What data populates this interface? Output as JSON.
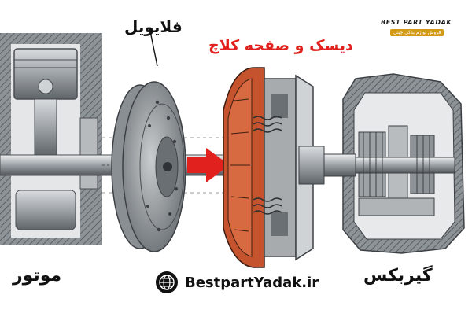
{
  "labels": {
    "flywheel": "فلایویل",
    "clutch": "دیسک و صفحه کلاچ",
    "engine": "موتور",
    "gearbox": "گیربکس"
  },
  "logo": {
    "brand": "BEST PART YADAK",
    "tagline": "فروش لوازم یدکی چینی"
  },
  "website": "BestpartYadak.ir",
  "colors": {
    "accent_red": "#e0211d",
    "clutch_orange": "#c5532e",
    "brand_gold": "#d49a17"
  },
  "icons": [
    "globe-icon",
    "arrow-right-icon"
  ]
}
